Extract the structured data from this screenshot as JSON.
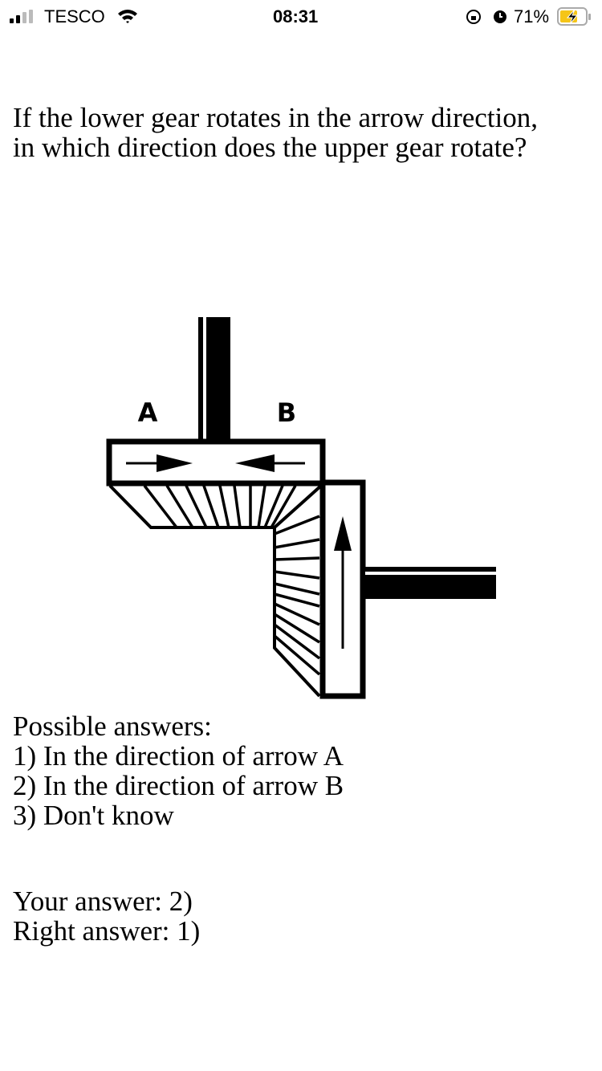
{
  "status_bar": {
    "carrier": "TESCO",
    "time": "08:31",
    "battery_percent": "71%",
    "battery_level": 71,
    "icons": [
      "signal-icon",
      "wifi-icon",
      "orientation-lock-icon",
      "alarm-icon",
      "battery-charging-icon"
    ],
    "battery_color": "#f5c518"
  },
  "question": {
    "line1": "If the lower gear rotates in the arrow direction,",
    "line2": "in which direction does the upper gear rotate?"
  },
  "diagram": {
    "label_a": "A",
    "label_b": "B"
  },
  "answers": {
    "heading": "Possible answers:",
    "options": [
      "1) In the direction of arrow A",
      "2) In the direction of arrow B",
      "3) Don't know"
    ]
  },
  "result": {
    "your_answer": "Your answer: 2)",
    "right_answer": "Right answer: 1)"
  }
}
